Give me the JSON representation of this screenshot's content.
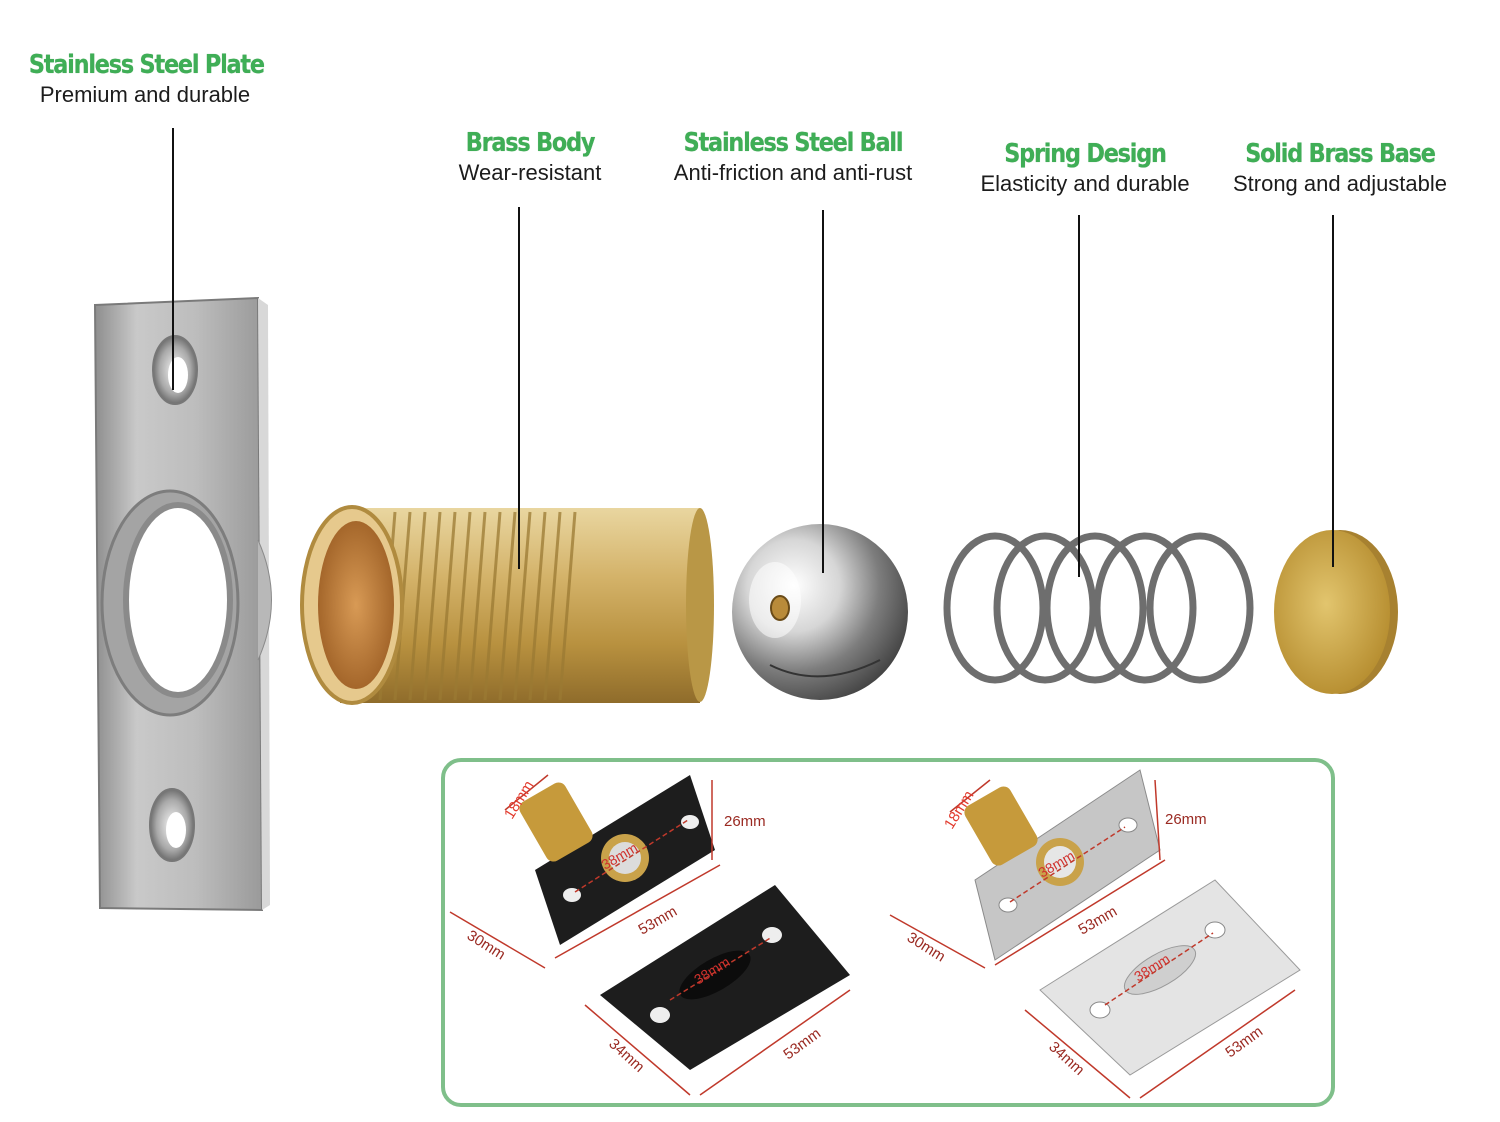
{
  "parts": [
    {
      "title": "Stainless Steel Plate",
      "subtitle": "Premium and durable"
    },
    {
      "title": "Brass Body",
      "subtitle": "Wear-resistant"
    },
    {
      "title": "Stainless Steel Ball",
      "subtitle": "Anti-friction and anti-rust"
    },
    {
      "title": "Spring Design",
      "subtitle": "Elasticity and durable"
    },
    {
      "title": "Solid Brass Base",
      "subtitle": "Strong and adjustable"
    }
  ],
  "dimensions": {
    "black_set": {
      "tube_diameter": "18mm",
      "plate_height": "26mm",
      "hole_spacing": "38mm",
      "plate_length": "53mm",
      "depth": "30mm",
      "strike_hole_spacing": "38mm",
      "strike_width": "34mm",
      "strike_length": "53mm"
    },
    "silver_set": {
      "tube_diameter": "18mm",
      "plate_height": "26mm",
      "hole_spacing": "38mm",
      "plate_length": "53mm",
      "depth": "30mm",
      "strike_hole_spacing": "38mm",
      "strike_width": "34mm",
      "strike_length": "53mm"
    }
  },
  "colors": {
    "title_green": "#3fae56",
    "panel_border": "#7fbf8a",
    "dimension_red": "#e23b2e",
    "brass": "#c9a24a",
    "steel": "#b9b9b9"
  }
}
